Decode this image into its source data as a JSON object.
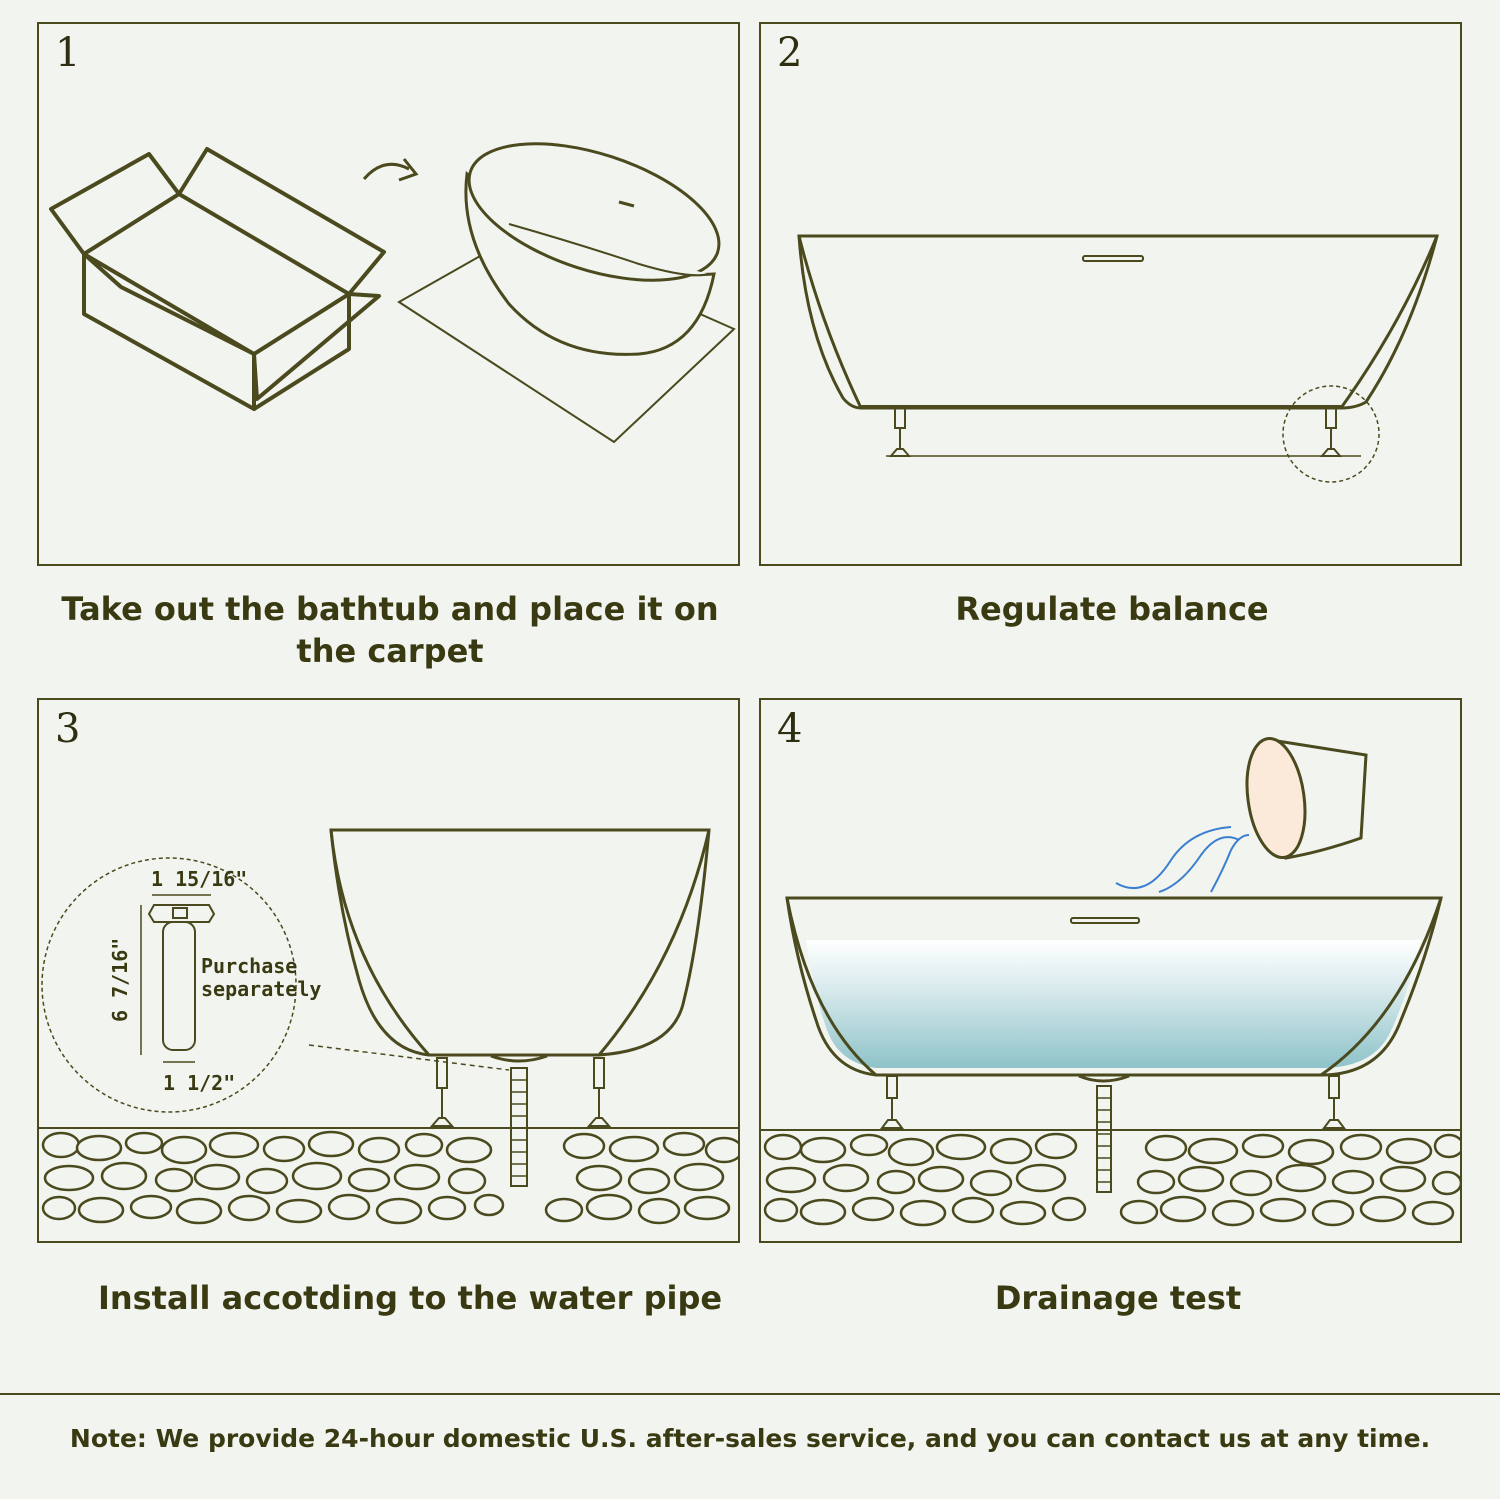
{
  "steps": [
    {
      "number": "1",
      "caption": "Take out the bathtub and place it on the carpet"
    },
    {
      "number": "2",
      "caption": "Regulate balance"
    },
    {
      "number": "3",
      "caption": "Install accotding to the water pipe"
    },
    {
      "number": "4",
      "caption": "Drainage test"
    }
  ],
  "pipe": {
    "width_label": "1  15/16\"",
    "height_label": "6  7/16\"",
    "bottom_label": "1  1/2\"",
    "purchase_line1": "Purchase",
    "purchase_line2": "separately"
  },
  "note": "Note: We provide 24-hour domestic U.S. after-sales service, and you can contact us at any time.",
  "colors": {
    "outline": "#4a4a1e",
    "background": "#f2f4ef",
    "water": "#8ec3c9",
    "bucket": "#fbe9da",
    "splash": "#3a7fd0"
  }
}
